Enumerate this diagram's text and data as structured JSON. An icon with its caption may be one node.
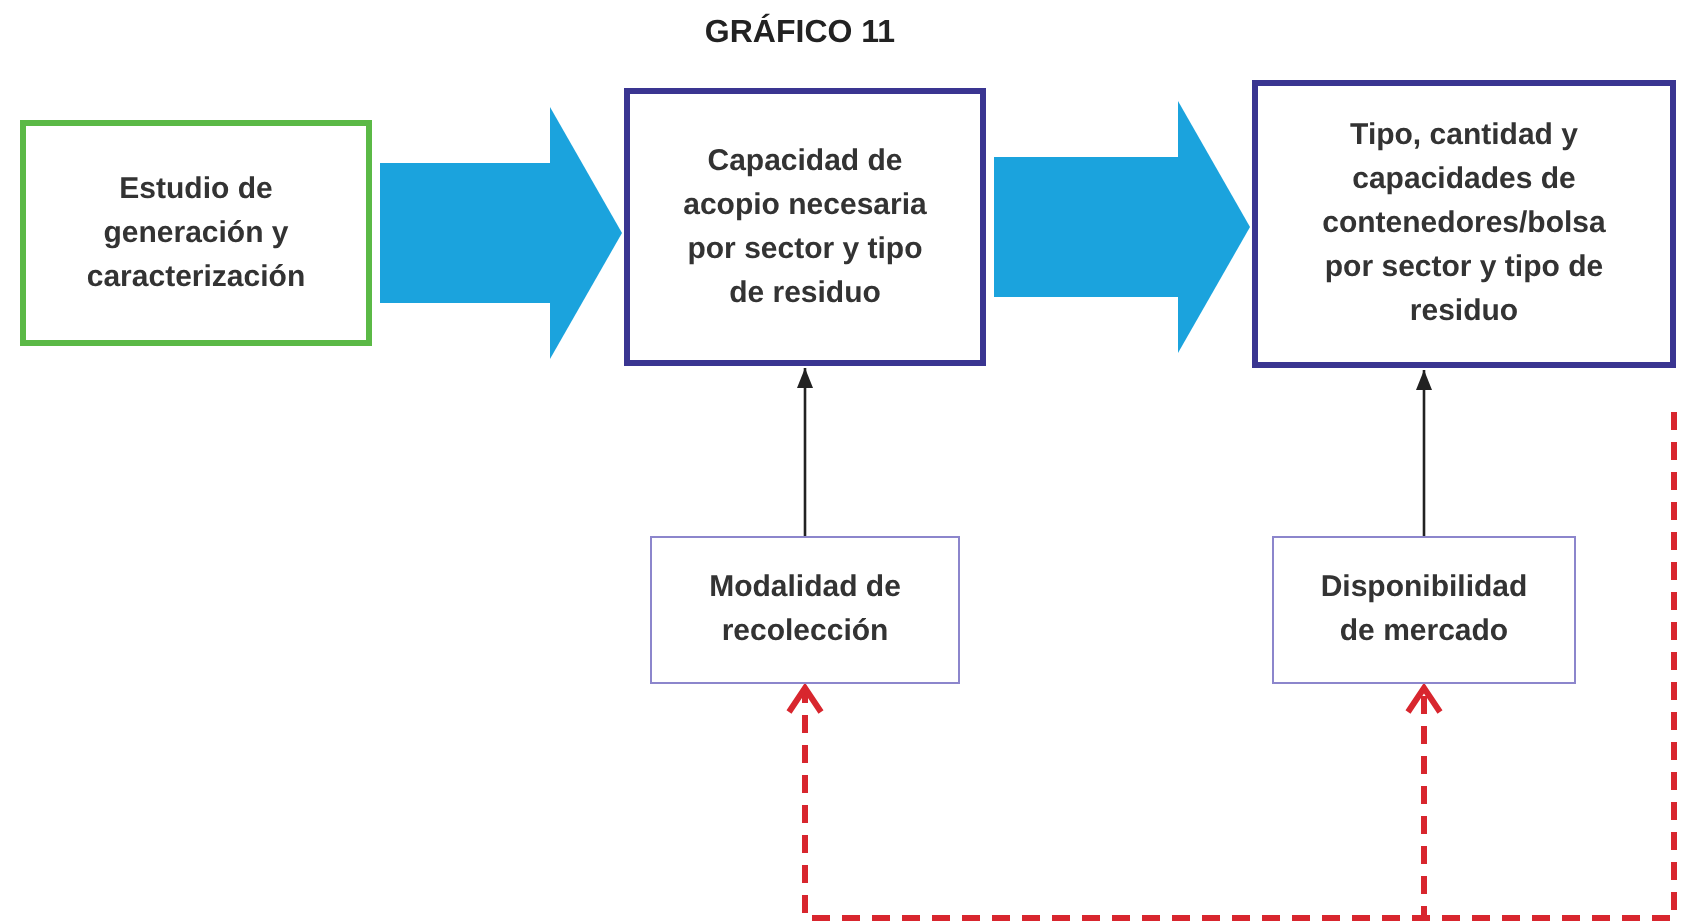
{
  "diagram": {
    "title": "GRÁFICO 11",
    "nodes": [
      {
        "text": [
          "Estudio de generación y caracterización"
        ]
      },
      {
        "text": [
          "Capacidad de acopio necesaria por sector y tipo de residuo"
        ]
      },
      {
        "text": [
          "Tipo, cantidad y capacidades de contenedores/bolsa por sector y tipo de residuo"
        ]
      },
      {
        "text": [
          "Modalidad de recolección"
        ]
      },
      {
        "text": [
          "Disponibilidad de mercado"
        ]
      }
    ],
    "edges": [
      {
        "from": 0,
        "to": 1,
        "arrow": "to",
        "style": "thick",
        "color": "#1ba3dd"
      },
      {
        "from": 1,
        "to": 2,
        "arrow": "to",
        "style": "thick",
        "color": "#1ba3dd"
      },
      {
        "from": 3,
        "to": 1,
        "arrow": "to",
        "color": "#222222"
      },
      {
        "from": 4,
        "to": 2,
        "arrow": "to",
        "color": "#222222"
      },
      {
        "from": 2,
        "to": 3,
        "arrow": "to",
        "style": "dashed",
        "color": "#d8262e"
      },
      {
        "from": 2,
        "to": 4,
        "arrow": "to",
        "style": "dashed",
        "color": "#d8262e"
      }
    ]
  }
}
